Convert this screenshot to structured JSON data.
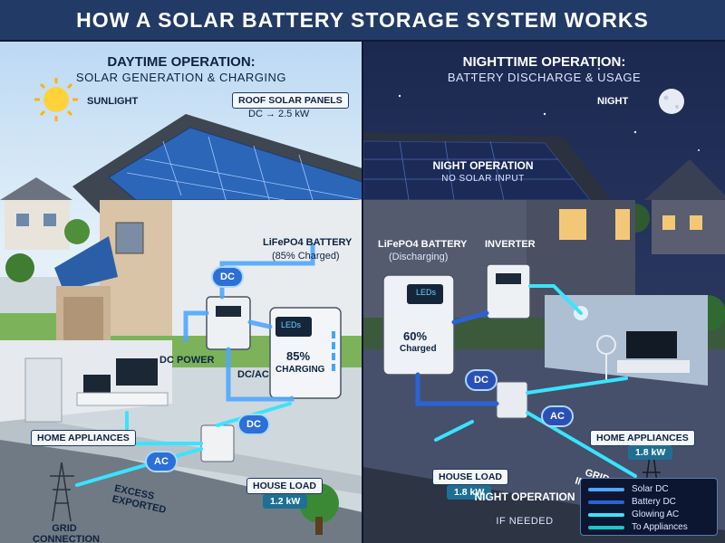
{
  "title": "HOW A SOLAR BATTERY STORAGE SYSTEM WORKS",
  "day": {
    "heading": "DAYTIME OPERATION:",
    "subheading": "SOLAR GENERATION & CHARGING",
    "sunlight": "SUNLIGHT",
    "roof_panels": "ROOF SOLAR PANELS",
    "roof_output": "DC → 2.5 kW",
    "dc_bubble": "DC",
    "battery_label": "LiFePO4 BATTERY",
    "battery_state": "(85% Charged)",
    "battery_leds": "LEDs",
    "battery_pct": "85%",
    "battery_status": "CHARGING",
    "dc_power": "DC POWER",
    "dc_ac": "DC/AC",
    "dc_bubble2": "DC",
    "home_appliances": "HOME APPLIANCES",
    "ac_bubble": "AC",
    "excess_exported": "EXCESS EXPORTED",
    "house_load": "HOUSE LOAD",
    "house_load_value": "1.2 kW",
    "grid_connection": "GRID CONNECTION"
  },
  "night": {
    "heading": "NIGHTTIME OPERATION:",
    "subheading": "BATTERY DISCHARGE & USAGE",
    "night": "NIGHT",
    "night_operation": "NIGHT OPERATION",
    "no_solar": "NO SOLAR INPUT",
    "battery_label": "LiFePO4 BATTERY",
    "battery_state": "(Discharging)",
    "inverter": "INVERTER",
    "battery_leds": "LEDs",
    "battery_pct": "60%",
    "battery_status": "Charged",
    "dc_bubble": "DC",
    "ac_bubble": "AC",
    "home_appliances": "HOME APPLIANCES",
    "home_appliances_value": "1.8 kW",
    "house_load": "HOUSE LOAD",
    "house_load_value": "1.8 kW",
    "grid_import": "GRID IMPORT",
    "night_operation_if": "NIGHT OPERATION",
    "if_needed": "IF NEEDED"
  },
  "legend": {
    "items": [
      {
        "label": "Solar DC",
        "color": "#4fa8ff"
      },
      {
        "label": "Battery DC",
        "color": "#2a63d8"
      },
      {
        "label": "Glowing AC",
        "color": "#38e4ff"
      },
      {
        "label": "To Appliances",
        "color": "#18c7c7"
      }
    ]
  }
}
